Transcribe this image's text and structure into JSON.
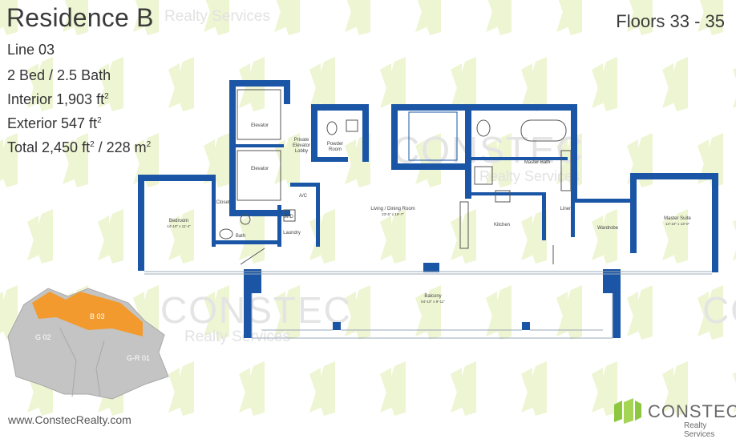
{
  "header": {
    "title": "Residence B",
    "watermark": "Realty Services",
    "floors": "Floors 33 - 35"
  },
  "specs": {
    "line": "Line 03",
    "beds": "2 Bed / 2.5 Bath",
    "interior": "Interior 1,903 ft",
    "exterior": "Exterior 547 ft",
    "total_a": "Total 2,450 ft",
    "total_b": " / 228 m",
    "sup": "2"
  },
  "rooms": {
    "elevator1": "Elevator",
    "elevator2": "Elevator",
    "private_lobby_1": "Private",
    "private_lobby_2": "Elevator",
    "private_lobby_3": "Lobby",
    "powder_1": "Powder",
    "powder_2": "Room",
    "closet": "Closet",
    "ac": "A/C",
    "wd": "W/D",
    "laundry": "Laundry",
    "bedroom": "Bedroom",
    "bedroom_dim": "14'-10\" x 11'-4\"",
    "bath": "Bath",
    "living": "Living / Dining Room",
    "living_dim": "23'-5\" x 19'-7\"",
    "kitchen": "Kitchen",
    "master_bath": "Master Bath",
    "linen": "Linen",
    "wardrobe": "Wardrobe",
    "master_suite": "Master Suite",
    "master_suite_dim": "14'-10\" x 13'-0\"",
    "balcony": "Balcony",
    "balcony_dim": "54'-10\" x 9'-11\""
  },
  "keyplan": {
    "unit_b": "B 03",
    "unit_g": "G 02",
    "unit_gr": "G-R 01"
  },
  "footer": {
    "url": "www.ConstecRealty.com",
    "logo_name": "CONSTEC",
    "logo_sub": "Realty Services",
    "wm_constec": "CONSTEC",
    "wm_realty": "Realty Services"
  },
  "colors": {
    "wall": "#1a56a5",
    "watermark_green": "#eef5d2",
    "highlight_unit": "#f29a2e",
    "keyplan_gray": "#c4c4c4",
    "logo_green": "#8dc63f"
  }
}
